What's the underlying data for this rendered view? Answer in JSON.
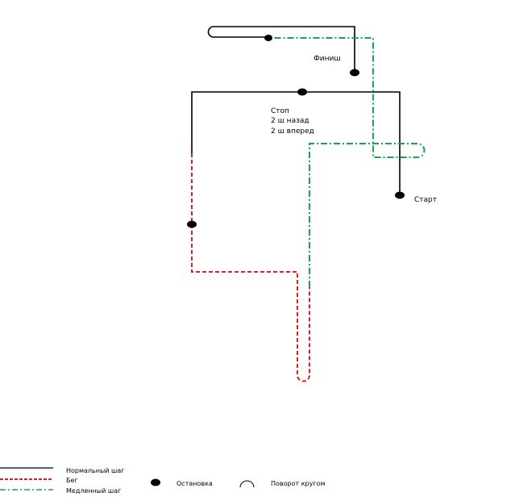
{
  "diagram": {
    "labels": {
      "finish": "Финиш",
      "stop": "Стоп",
      "back": "2 ш назад",
      "forward": "2 ш вперед",
      "start": "Старт"
    },
    "legend": {
      "normal": "Нормальный шаг",
      "run": "Бег",
      "slow": "Медленный шаг",
      "stop": "Остановка",
      "turn": "Поворот кругом"
    },
    "colors": {
      "normal": "#000000",
      "run": "#e02020",
      "slow": "#1aa64a"
    }
  }
}
